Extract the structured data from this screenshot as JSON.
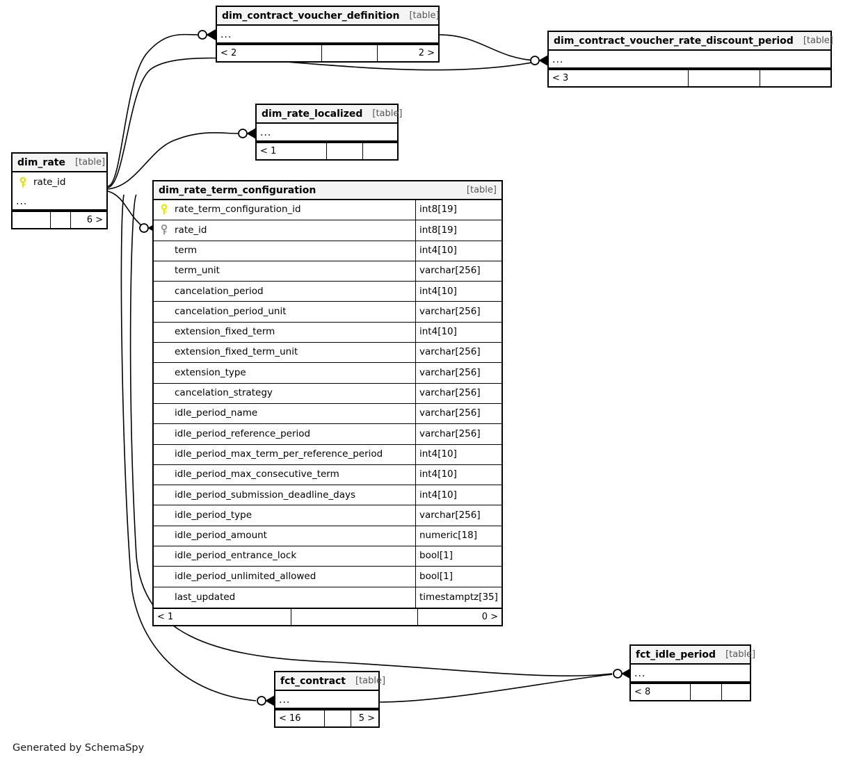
{
  "diagram": {
    "kind": "entity-relationship-diagram",
    "generator_credit": "Generated by SchemaSpy",
    "table_type_label": "[table]",
    "ellipsis": "...",
    "colors": {
      "background": "#ffffff",
      "border": "#000000",
      "header_fill": "#f4f4f4",
      "primary_key": "#e8e800",
      "foreign_key": "#999999",
      "edge": "#000000",
      "type_text": "#555555"
    }
  },
  "tables": {
    "dim_contract_voucher_definition": {
      "name": "dim_contract_voucher_definition",
      "type": "[table]",
      "body_placeholder": "...",
      "footer": {
        "left": "< 2",
        "mid": "",
        "right": "2 >"
      }
    },
    "dim_contract_voucher_rate_discount_period": {
      "name": "dim_contract_voucher_rate_discount_period",
      "type": "[table]",
      "body_placeholder": "...",
      "footer": {
        "left": "< 3",
        "mid": "",
        "right": ""
      }
    },
    "dim_rate_localized": {
      "name": "dim_rate_localized",
      "type": "[table]",
      "body_placeholder": "...",
      "footer": {
        "left": "< 1",
        "mid": "",
        "right": ""
      }
    },
    "dim_rate": {
      "name": "dim_rate",
      "type": "[table]",
      "columns": [
        {
          "name": "rate_id",
          "key": "primary",
          "type": ""
        }
      ],
      "body_placeholder": "...",
      "footer": {
        "left": "",
        "mid": "",
        "right": "6 >"
      }
    },
    "dim_rate_term_configuration": {
      "name": "dim_rate_term_configuration",
      "type": "[table]",
      "columns": [
        {
          "name": "rate_term_configuration_id",
          "key": "primary",
          "type": "int8[19]"
        },
        {
          "name": "rate_id",
          "key": "foreign",
          "type": "int8[19]"
        },
        {
          "name": "term",
          "key": "none",
          "type": "int4[10]"
        },
        {
          "name": "term_unit",
          "key": "none",
          "type": "varchar[256]"
        },
        {
          "name": "cancelation_period",
          "key": "none",
          "type": "int4[10]"
        },
        {
          "name": "cancelation_period_unit",
          "key": "none",
          "type": "varchar[256]"
        },
        {
          "name": "extension_fixed_term",
          "key": "none",
          "type": "int4[10]"
        },
        {
          "name": "extension_fixed_term_unit",
          "key": "none",
          "type": "varchar[256]"
        },
        {
          "name": "extension_type",
          "key": "none",
          "type": "varchar[256]"
        },
        {
          "name": "cancelation_strategy",
          "key": "none",
          "type": "varchar[256]"
        },
        {
          "name": "idle_period_name",
          "key": "none",
          "type": "varchar[256]"
        },
        {
          "name": "idle_period_reference_period",
          "key": "none",
          "type": "varchar[256]"
        },
        {
          "name": "idle_period_max_term_per_reference_period",
          "key": "none",
          "type": "int4[10]"
        },
        {
          "name": "idle_period_max_consecutive_term",
          "key": "none",
          "type": "int4[10]"
        },
        {
          "name": "idle_period_submission_deadline_days",
          "key": "none",
          "type": "int4[10]"
        },
        {
          "name": "idle_period_type",
          "key": "none",
          "type": "varchar[256]"
        },
        {
          "name": "idle_period_amount",
          "key": "none",
          "type": "numeric[18]"
        },
        {
          "name": "idle_period_entrance_lock",
          "key": "none",
          "type": "bool[1]"
        },
        {
          "name": "idle_period_unlimited_allowed",
          "key": "none",
          "type": "bool[1]"
        },
        {
          "name": "last_updated",
          "key": "none",
          "type": "timestamptz[35]"
        }
      ],
      "footer": {
        "left": "< 1",
        "mid": "",
        "right": "0 >"
      }
    },
    "fct_idle_period": {
      "name": "fct_idle_period",
      "type": "[table]",
      "body_placeholder": "...",
      "footer": {
        "left": "< 8",
        "mid": "",
        "right": ""
      }
    },
    "fct_contract": {
      "name": "fct_contract",
      "type": "[table]",
      "body_placeholder": "...",
      "footer": {
        "left": "< 16",
        "mid": "",
        "right": "5 >"
      }
    }
  },
  "relationships": [
    {
      "from": "dim_rate",
      "to": "dim_contract_voucher_definition",
      "notation": "zero-or-many"
    },
    {
      "from": "dim_rate",
      "to": "dim_contract_voucher_rate_discount_period",
      "notation": "zero-or-many"
    },
    {
      "from": "dim_contract_voucher_definition",
      "to": "dim_contract_voucher_rate_discount_period",
      "notation": "zero-or-many"
    },
    {
      "from": "dim_rate",
      "to": "dim_rate_localized",
      "notation": "zero-or-many"
    },
    {
      "from": "dim_rate",
      "to": "dim_rate_term_configuration",
      "notation": "zero-or-many"
    },
    {
      "from": "dim_rate_term_configuration",
      "to": "fct_idle_period",
      "notation": "zero-or-many"
    },
    {
      "from": "dim_rate",
      "to": "fct_contract",
      "notation": "zero-or-many"
    },
    {
      "from": "fct_contract",
      "to": "fct_idle_period",
      "notation": "zero-or-many"
    }
  ]
}
